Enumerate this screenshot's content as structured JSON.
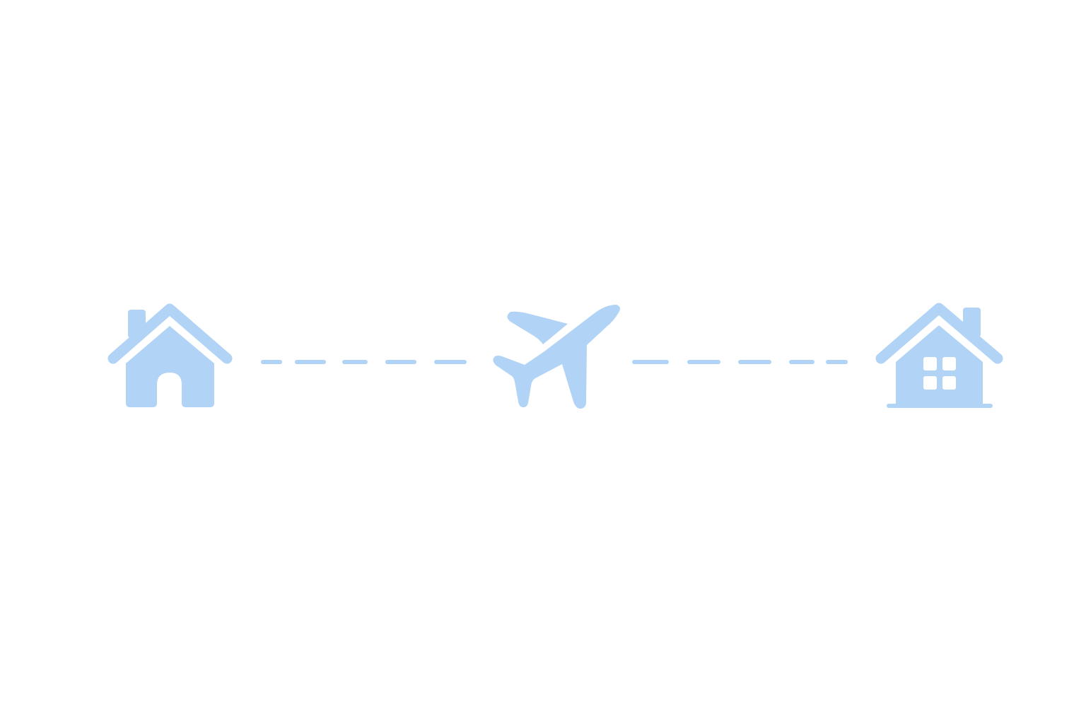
{
  "illustration": {
    "colors": {
      "icon": "#b1d3f5",
      "background": "#ffffff",
      "cutout": "#ffffff"
    },
    "icons": [
      "home-icon",
      "airplane-icon",
      "house-with-windows-icon"
    ],
    "route": {
      "left_dash_count": 5,
      "right_dash_count": 5,
      "style": "dashed"
    }
  }
}
